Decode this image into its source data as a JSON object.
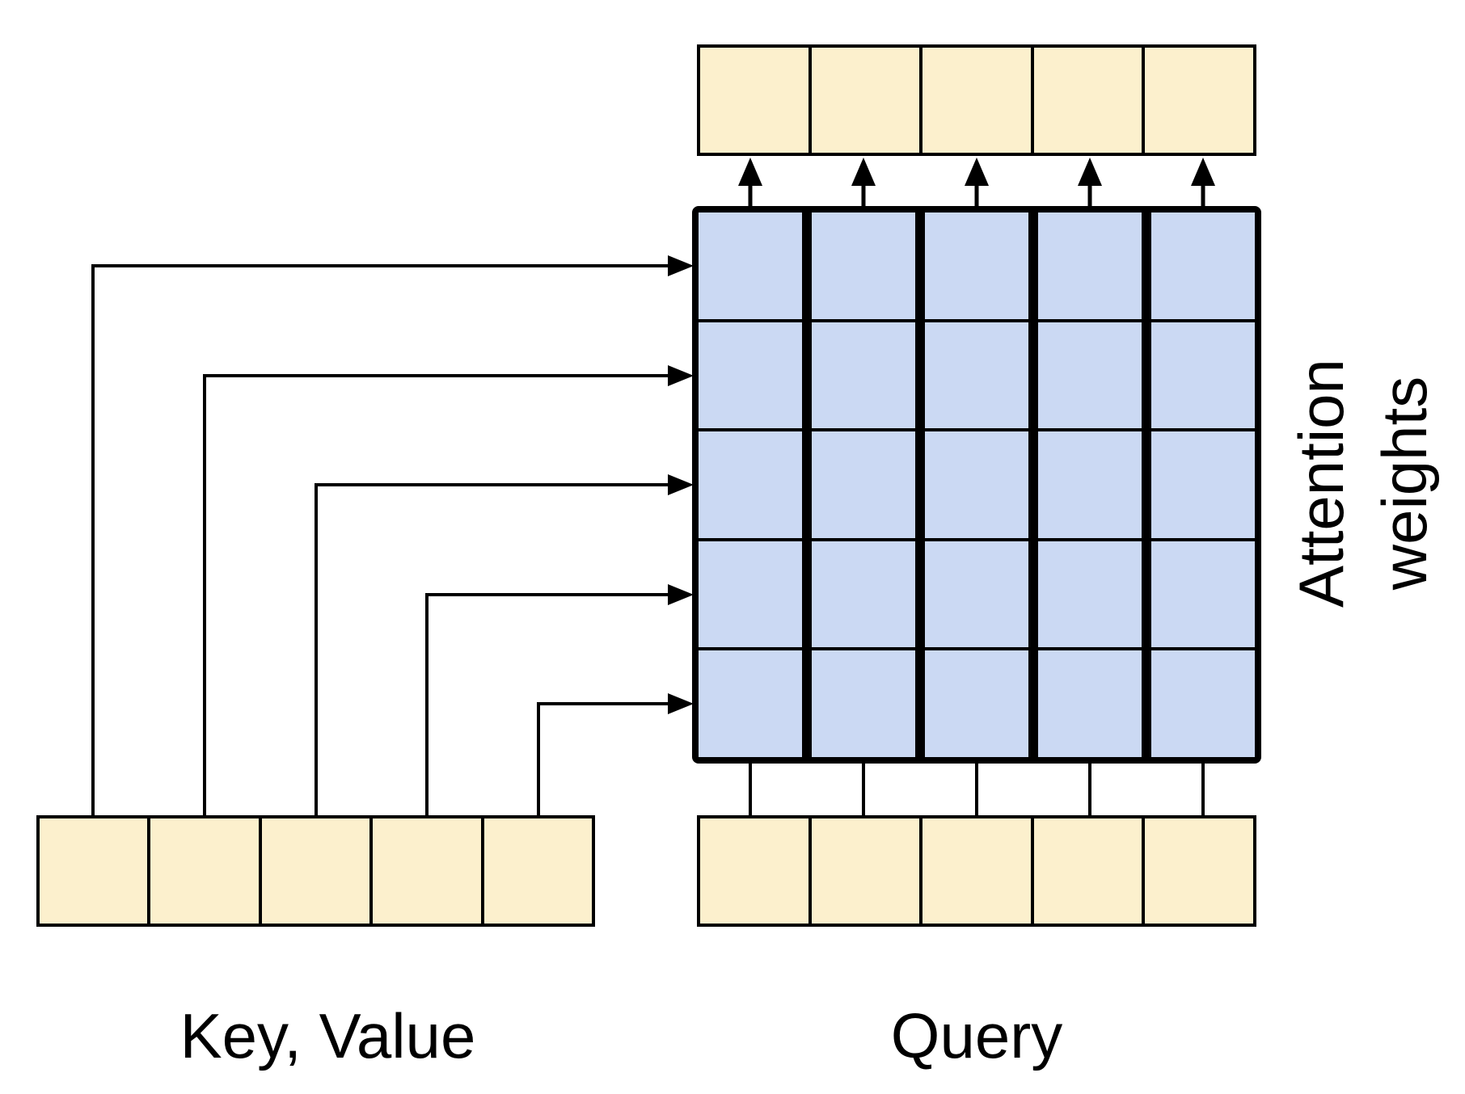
{
  "figure": {
    "labels": {
      "key_value": "Key, Value",
      "query": "Query",
      "attention_weights": "Attention weights"
    },
    "key_value_row": {
      "cell_count": 5
    },
    "query_row": {
      "cell_count": 5
    },
    "output_row": {
      "cell_count": 5
    },
    "attention_matrix": {
      "rows": 5,
      "cols": 5
    },
    "arrows": {
      "key_value_to_matrix_count": 5,
      "matrix_to_output_count": 5,
      "query_to_matrix_connector_count": 5
    },
    "colors": {
      "token_fill": "#FCF0CD",
      "matrix_fill": "#CBD9F3",
      "line": "#000000",
      "background": "#FFFFFF"
    }
  }
}
